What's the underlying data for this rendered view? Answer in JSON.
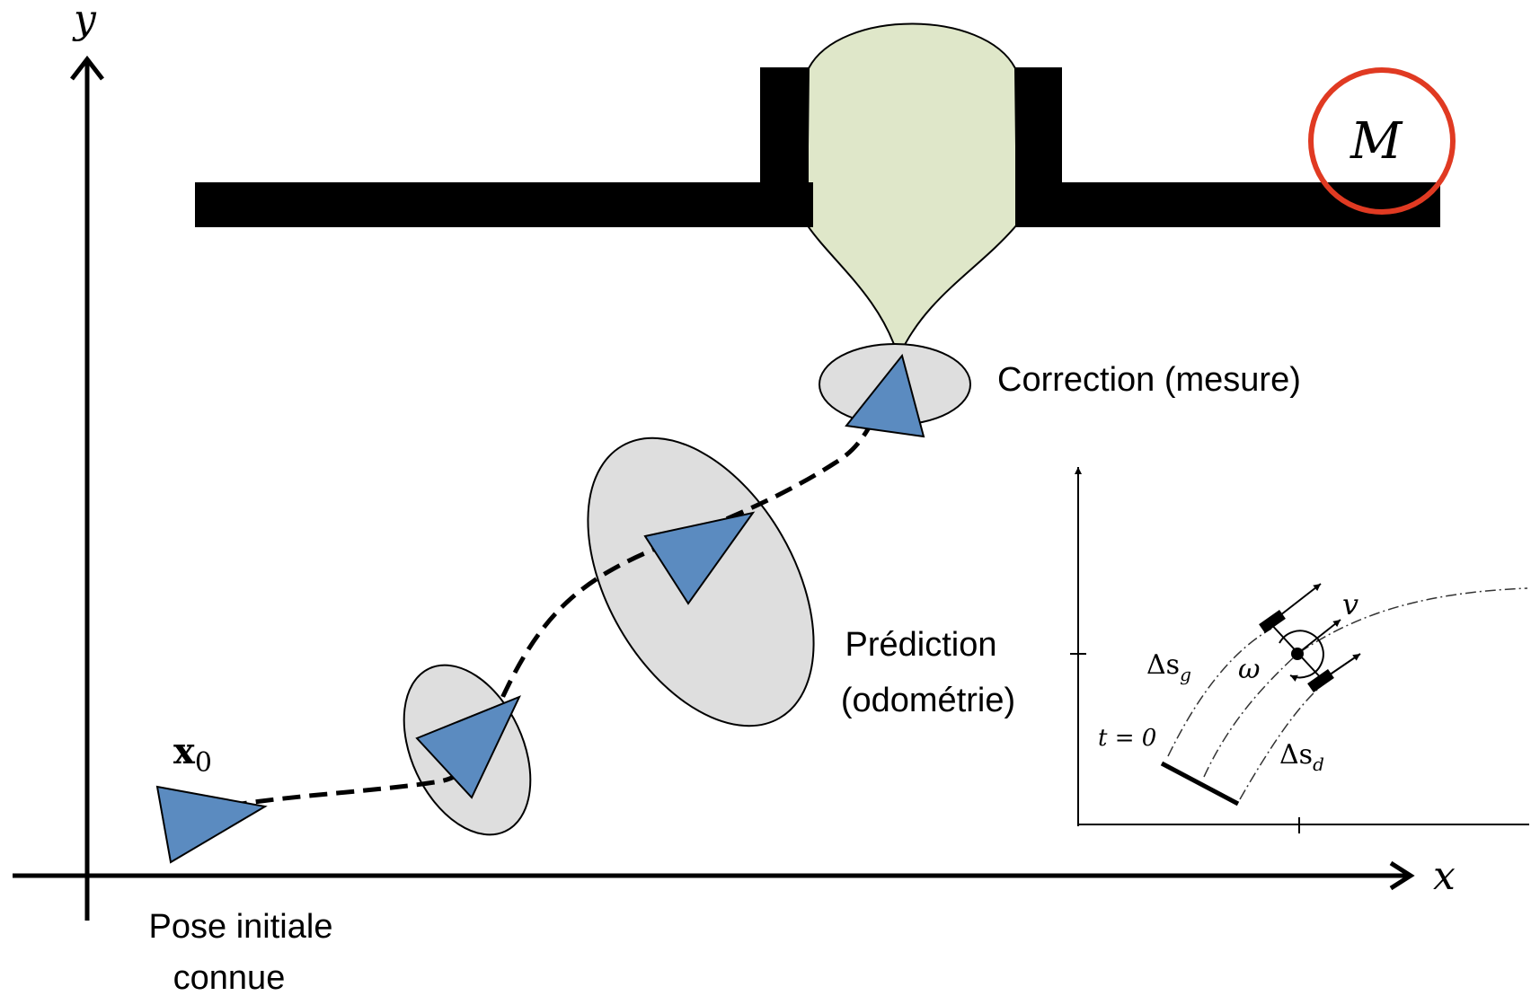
{
  "axes": {
    "x_label": "x",
    "y_label": "y"
  },
  "landmark": {
    "label": "M"
  },
  "labels": {
    "correction": "Correction (mesure)",
    "prediction_line1": "Prédiction",
    "prediction_line2": "(odométrie)",
    "initial_line1": "Pose initiale",
    "initial_line2": "connue",
    "x0_base": "x",
    "x0_sub": "0"
  },
  "inset": {
    "t0": "t = 0",
    "ds_g_base": "Δs",
    "ds_g_sub": "g",
    "ds_d_base": "Δs",
    "ds_d_sub": "d",
    "omega": "ω",
    "v": "v"
  },
  "colors": {
    "robot_fill": "#5b8bc0",
    "ellipse_fill": "#dedede",
    "sensor_fill": "#dfe7c9",
    "wall": "#000000",
    "landmark_circle": "#e03a22"
  }
}
